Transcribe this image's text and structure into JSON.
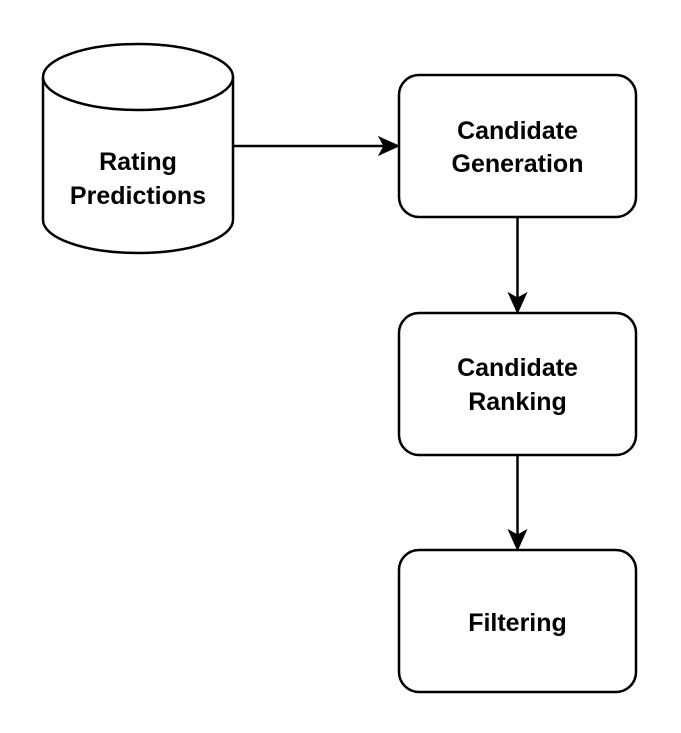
{
  "diagram": {
    "nodes": {
      "rating_predictions": {
        "shape": "cylinder",
        "line1": "Rating",
        "line2": "Predictions"
      },
      "candidate_generation": {
        "shape": "rounded-rectangle",
        "line1": "Candidate",
        "line2": "Generation"
      },
      "candidate_ranking": {
        "shape": "rounded-rectangle",
        "line1": "Candidate",
        "line2": "Ranking"
      },
      "filtering": {
        "shape": "rounded-rectangle",
        "line1": "Filtering"
      }
    },
    "edges": [
      {
        "from": "rating_predictions",
        "to": "candidate_generation"
      },
      {
        "from": "candidate_generation",
        "to": "candidate_ranking"
      },
      {
        "from": "candidate_ranking",
        "to": "filtering"
      }
    ],
    "colors": {
      "stroke": "#000000",
      "fill": "#ffffff",
      "text": "#000000"
    }
  }
}
